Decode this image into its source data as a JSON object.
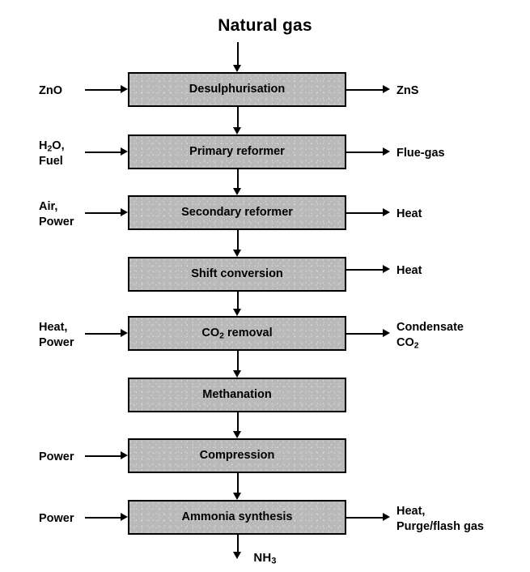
{
  "diagram": {
    "title": "Natural gas",
    "product": "NH3",
    "product_html": "NH<sub>3</sub>",
    "type": "process-flow-diagram",
    "subject": "Ammonia production process (steam reforming of natural gas)",
    "box_fill_color": "#b9b9b9",
    "border_color": "#000000",
    "background_color": "#ffffff",
    "stage_count": 8
  },
  "stages": [
    {
      "id": "desulphurisation",
      "label": "Desulphurisation",
      "input": "ZnO",
      "input_html": "ZnO",
      "output": "ZnS",
      "output_html": "ZnS"
    },
    {
      "id": "primary-reformer",
      "label": "Primary reformer",
      "input": "H2O, Fuel",
      "input_html": "H<sub>2</sub>O,<br>Fuel",
      "output": "Flue-gas",
      "output_html": "Flue-gas"
    },
    {
      "id": "secondary-reformer",
      "label": "Secondary reformer",
      "input": "Air, Power",
      "input_html": "Air,<br>Power",
      "output": "Heat",
      "output_html": "Heat"
    },
    {
      "id": "shift-conversion",
      "label": "Shift conversion",
      "input": null,
      "input_html": "",
      "output": "Heat",
      "output_html": "Heat"
    },
    {
      "id": "co2-removal",
      "label": "CO2 removal",
      "label_html": "CO<sub>2</sub> removal",
      "input": "Heat, Power",
      "input_html": "Heat,<br>Power",
      "output": "Condensate CO2",
      "output_html": "Condensate<br>CO<sub>2</sub>"
    },
    {
      "id": "methanation",
      "label": "Methanation",
      "input": null,
      "input_html": "",
      "output": null,
      "output_html": ""
    },
    {
      "id": "compression",
      "label": "Compression",
      "input": "Power",
      "input_html": "Power",
      "output": null,
      "output_html": ""
    },
    {
      "id": "ammonia-synthesis",
      "label": "Ammonia synthesis",
      "input": "Power",
      "input_html": "Power",
      "output": "Heat, Purge/flash gas",
      "output_html": "Heat,<br>Purge/flash gas"
    }
  ]
}
